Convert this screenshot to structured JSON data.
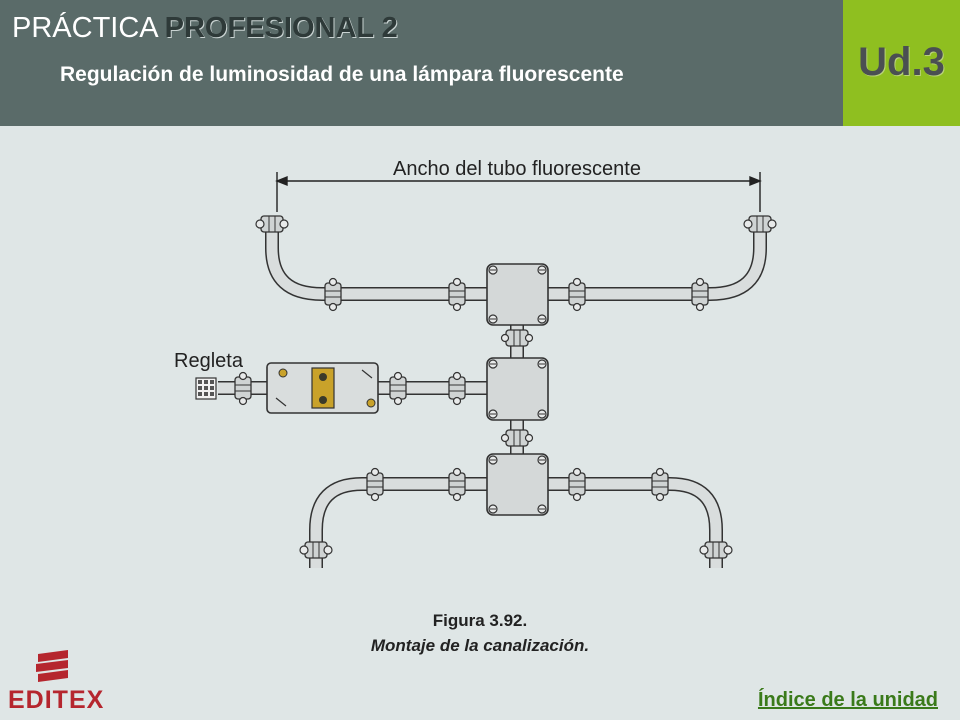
{
  "header": {
    "title_light": "PRÁCTICA",
    "title_bold": "PROFESIONAL 2",
    "subtitle": "Regulación de luminosidad de una lámpara fluorescente",
    "unit": "Ud.3"
  },
  "figure": {
    "dimension_label": "Ancho del tubo fluorescente",
    "regleta_label": "Regleta",
    "caption_number": "Figura 3.92.",
    "caption_text": "Montaje de la canalización."
  },
  "footer": {
    "publisher": "EDITEX",
    "index_link": "Índice de la unidad"
  },
  "colors": {
    "header_bg": "#5a6b69",
    "unit_bg": "#8fbf20",
    "link": "#3a7a1a",
    "logo": "#b5262e"
  }
}
